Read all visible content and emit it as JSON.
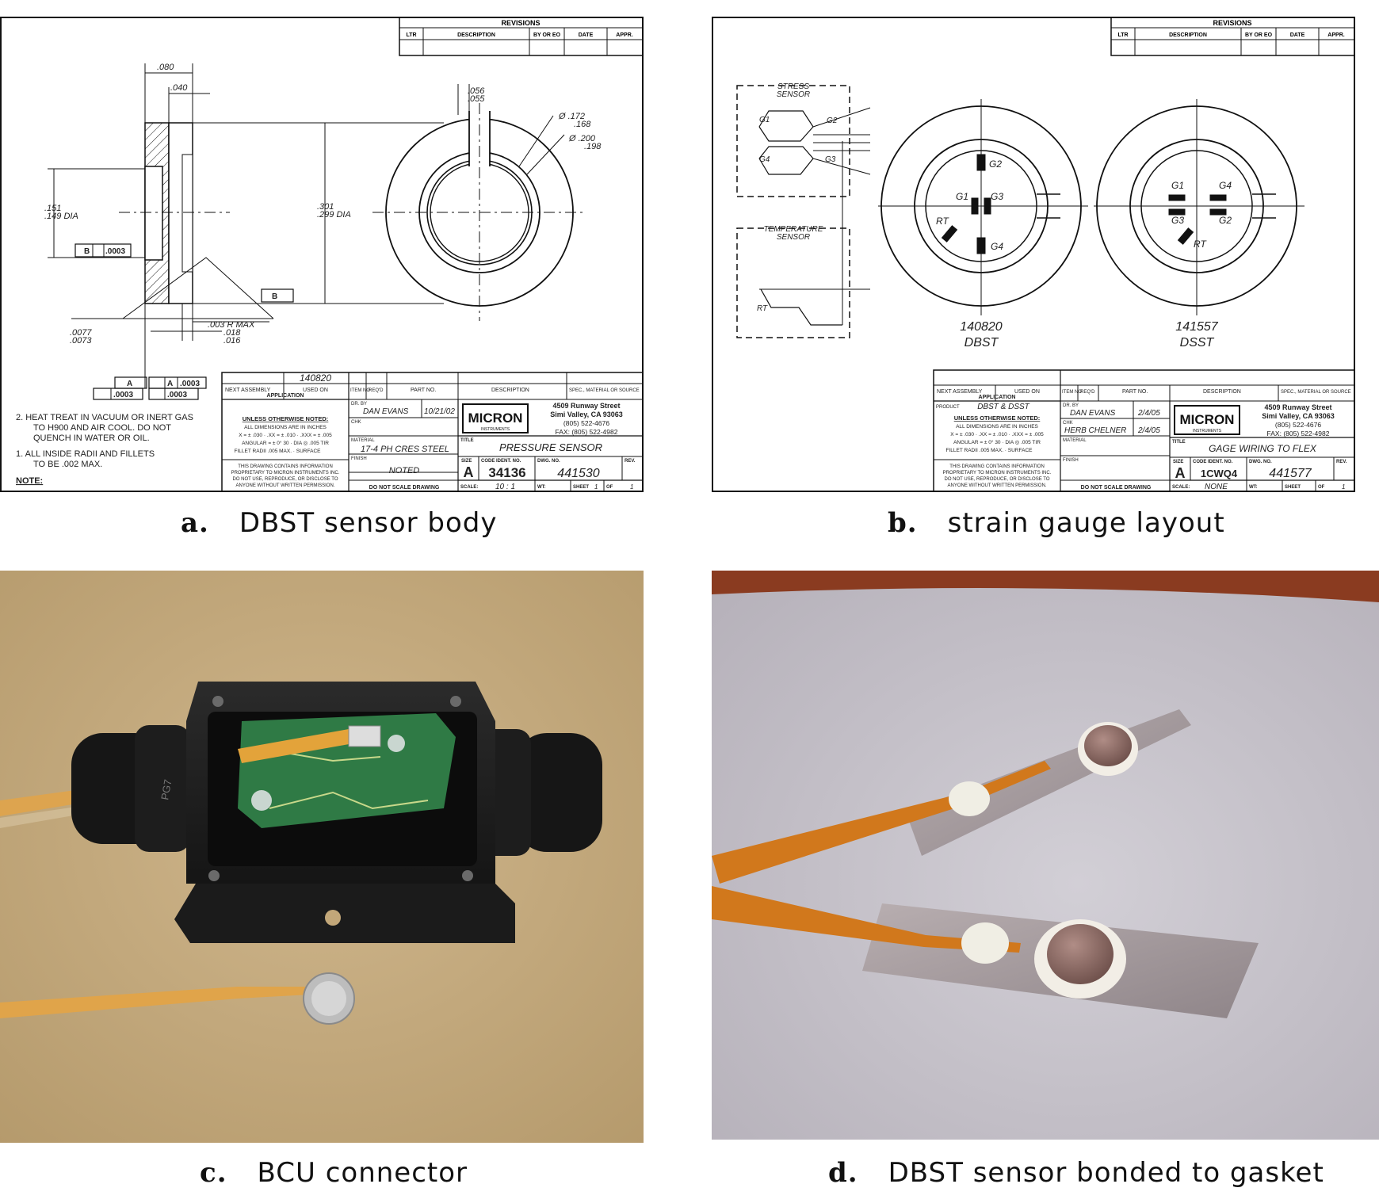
{
  "captions": {
    "a": {
      "letter": "a.",
      "text": "DBST sensor body"
    },
    "b": {
      "letter": "b.",
      "text": "strain gauge layout"
    },
    "c": {
      "letter": "c.",
      "text": "BCU connector"
    },
    "d": {
      "letter": "d.",
      "text": "DBST sensor bonded to gasket"
    }
  },
  "drawing_a": {
    "revisions": "REVISIONS",
    "rev_cols": [
      "LTR",
      "DESCRIPTION",
      "BY OR EO",
      "DATE",
      "APPR."
    ],
    "dims": {
      "d080": ".080",
      "d040": ".040",
      "d056": ".056",
      "d055": ".055",
      "phi172": "Ø .172",
      "phi168": ".168",
      "phi200": "Ø .200",
      "phi198": ".198",
      "d151": ".151",
      "d149": ".149 DIA",
      "d301": ".301",
      "d299": ".299 DIA",
      "datum_b": "B",
      "tol0003": ".0003",
      "r003": ".003 R MAX",
      "d0077": ".0077",
      "d0073": ".0073",
      "d018": ".018",
      "d016": ".016",
      "datum_a": "A",
      "flat1": ".0003",
      "par_a": "A",
      "par_val": ".0003",
      "flat2": ".0003"
    },
    "notes": {
      "n2": "2.   HEAT TREAT IN VACUUM OR INERT GAS",
      "n2b": "TO H900 AND AIR COOL.  DO NOT",
      "n2c": "QUENCH IN WATER OR OIL.",
      "n1": "1.   ALL INSIDE RADII AND FILLETS",
      "n1b": "TO BE .002 MAX.",
      "note": "NOTE:"
    },
    "title_block": {
      "next_assembly_val": "140820",
      "next_assembly": "NEXT ASSEMBLY",
      "used_on": "USED ON",
      "application": "APPLICATION",
      "item_no": "ITEM NO",
      "reqd": "REQ'D",
      "part_no": "PART NO.",
      "description": "DESCRIPTION",
      "spec": "SPEC., MATERIAL OR SOURCE",
      "unless": "UNLESS OTHERWISE NOTED:",
      "tol1": "ALL DIMENSIONS ARE IN INCHES",
      "tol2": "X = ± .030  ·  .XX = ± .010  ·  .XXX = ± .005",
      "tol3": "ANGULAR = ± 0° 30  ·  DIA ◎ .005 TIR",
      "tol4": "FILLET RADII .005 MAX.  · SURFACE",
      "prop1": "THIS DRAWING CONTAINS INFORMATION",
      "prop2": "PROPRIETARY TO MICRON INSTRUMENTS INC.",
      "prop3": "DO NOT USE, REPRODUCE, OR DISCLOSE TO",
      "prop4": "ANYONE WITHOUT WRITTEN PERMISSION.",
      "dr_by": "DR. BY",
      "drawer": "DAN EVANS",
      "date": "10/21/02",
      "chk": "CHK",
      "material": "MATERIAL",
      "material_val": "17-4 PH CRES STEEL",
      "finish": "FINISH",
      "finish_val": "NOTED",
      "logo": "MICRON",
      "logo_sub": "INSTRUMENTS",
      "addr1": "4509 Runway Street",
      "addr2": "Simi Valley, CA  93063",
      "addr3": "(805) 522-4676",
      "addr4": "FAX: (805) 522-4982",
      "title": "TITLE",
      "title_val": "PRESSURE SENSOR",
      "size": "SIZE",
      "size_val": "A",
      "code": "CODE IDENT. NO.",
      "code_val": "34136",
      "dwg": "DWG. NO.",
      "dwg_val": "441530",
      "rev": "REV.",
      "scale_note": "DO NOT SCALE DRAWING",
      "scale": "SCALE:",
      "scale_val": "10 : 1",
      "wt": "WT:",
      "sheet": "SHEET",
      "sheet_val": "1",
      "of": "OF",
      "of_val": "1"
    }
  },
  "drawing_b": {
    "revisions": "REVISIONS",
    "rev_cols": [
      "LTR",
      "DESCRIPTION",
      "BY OR EO",
      "DATE",
      "APPR."
    ],
    "stress_sensor": [
      "STRESS",
      "SENSOR"
    ],
    "temp_sensor": [
      "TEMPERATURE",
      "SENSOR"
    ],
    "gauges": {
      "g1": "G1",
      "g2": "G2",
      "g3": "G3",
      "g4": "G4",
      "rt": "RT"
    },
    "part1_no": "140820",
    "part1_name": "DBST",
    "part2_no": "141557",
    "part2_name": "DSST",
    "title_block": {
      "next_assembly": "NEXT ASSEMBLY",
      "used_on": "USED ON",
      "application": "APPLICATION",
      "product": "PRODUCT",
      "product_val": "DBST & DSST",
      "item_no": "ITEM NO",
      "reqd": "REQ'D",
      "part_no": "PART NO.",
      "description": "DESCRIPTION",
      "spec": "SPEC., MATERIAL OR SOURCE",
      "unless": "UNLESS OTHERWISE NOTED:",
      "tol1": "ALL DIMENSIONS ARE IN INCHES",
      "tol2": "X = ± .030  ·  .XX = ± .010  ·  .XXX = ± .005",
      "tol3": "ANGULAR = ± 0° 30  ·  DIA ◎ .005 TIR",
      "tol4": "FILLET RADII .005 MAX.  · SURFACE",
      "prop1": "THIS DRAWING CONTAINS INFORMATION",
      "prop2": "PROPRIETARY TO MICRON INSTRUMENTS INC.",
      "prop3": "DO NOT USE, REPRODUCE, OR DISCLOSE TO",
      "prop4": "ANYONE WITHOUT WRITTEN PERMISSION.",
      "dr_by": "DR. BY",
      "drawer": "DAN EVANS",
      "date1": "2/4/05",
      "chk": "CHK",
      "checker": "HERB CHELNER",
      "date2": "2/4/05",
      "material": "MATERIAL",
      "finish": "FINISH",
      "logo": "MICRON",
      "logo_sub": "INSTRUMENTS",
      "addr1": "4509 Runway Street",
      "addr2": "Simi Valley, CA  93063",
      "addr3": "(805) 522-4676",
      "addr4": "FAX: (805) 522-4982",
      "title": "TITLE",
      "title_val": "GAGE WIRING TO FLEX",
      "size": "SIZE",
      "size_val": "A",
      "code": "CODE IDENT. NO.",
      "code_val": "1CWQ4",
      "dwg": "DWG. NO.",
      "dwg_val": "441577",
      "rev": "REV.",
      "scale_note": "DO NOT SCALE DRAWING",
      "scale": "SCALE:",
      "scale_val": "NONE",
      "wt": "WT:",
      "sheet": "SHEET",
      "of": "OF",
      "of_val": "1"
    }
  },
  "photo_c": {
    "connector_mark": "PG7"
  },
  "colors": {
    "line": "#111111",
    "tan_bg": "#c9ae83",
    "cloth_bg": "#c8c4cc",
    "kapton": "#d98a1e",
    "pcb": "#2f7a45",
    "housing": "#1e1e1e"
  }
}
